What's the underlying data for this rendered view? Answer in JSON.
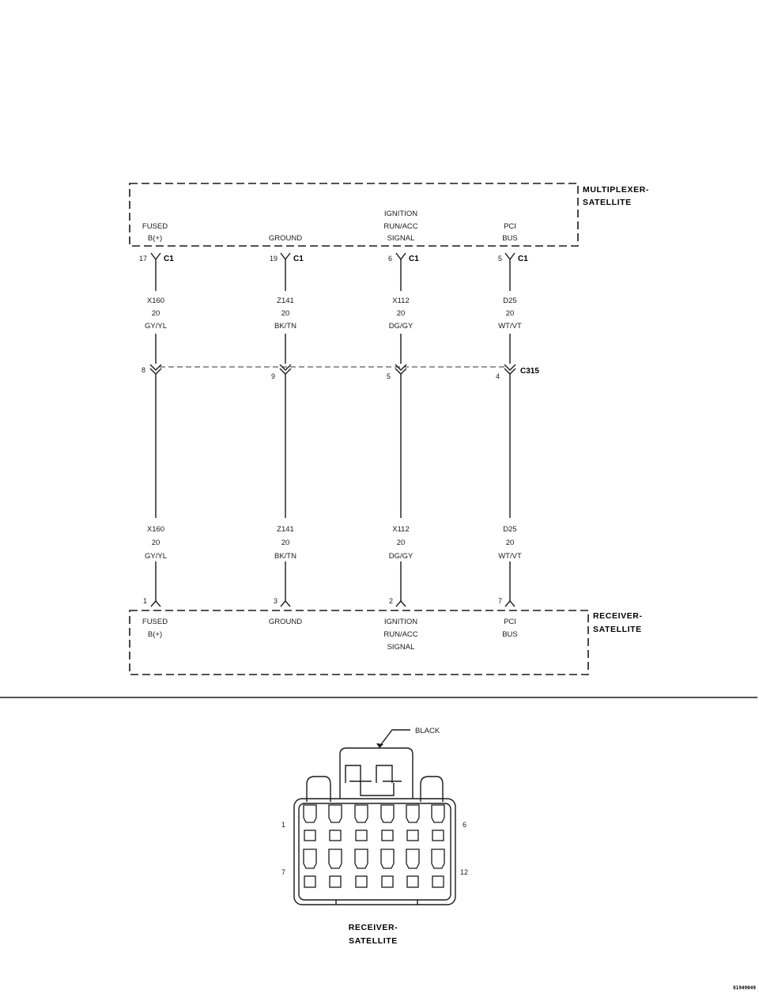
{
  "top_module": {
    "title_line1": "MULTIPLEXER-",
    "title_line2": "SATELLITE",
    "connector": "C1",
    "columns": [
      {
        "label1": "",
        "label2": "FUSED",
        "label3": "B(+)",
        "pin": "17",
        "wire_code": "X160",
        "gauge": "20",
        "color": "GY/YL"
      },
      {
        "label1": "",
        "label2": "",
        "label3": "GROUND",
        "pin": "19",
        "wire_code": "Z141",
        "gauge": "20",
        "color": "BK/TN"
      },
      {
        "label1": "IGNITION",
        "label2": "RUN/ACC",
        "label3": "SIGNAL",
        "pin": "6",
        "wire_code": "X112",
        "gauge": "20",
        "color": "DG/GY"
      },
      {
        "label1": "",
        "label2": "PCI",
        "label3": "BUS",
        "pin": "5",
        "wire_code": "D25",
        "gauge": "20",
        "color": "WT/VT"
      }
    ]
  },
  "inline_connector": {
    "name": "C315",
    "pins": [
      "8",
      "9",
      "5",
      "4"
    ]
  },
  "bottom_module": {
    "title_line1": "RECEIVER-",
    "title_line2": "SATELLITE",
    "columns": [
      {
        "pin": "1",
        "wire_code": "X160",
        "gauge": "20",
        "color": "GY/YL",
        "label1": "FUSED",
        "label2": "B(+)",
        "label3": ""
      },
      {
        "pin": "3",
        "wire_code": "Z141",
        "gauge": "20",
        "color": "BK/TN",
        "label1": "GROUND",
        "label2": "",
        "label3": ""
      },
      {
        "pin": "2",
        "wire_code": "X112",
        "gauge": "20",
        "color": "DG/GY",
        "label1": "IGNITION",
        "label2": "RUN/ACC",
        "label3": "SIGNAL"
      },
      {
        "pin": "7",
        "wire_code": "D25",
        "gauge": "20",
        "color": "WT/VT",
        "label1": "PCI",
        "label2": "BUS",
        "label3": ""
      }
    ]
  },
  "connector_view": {
    "color_label": "BLACK",
    "pin_top_left": "1",
    "pin_top_right": "6",
    "pin_bottom_left": "7",
    "pin_bottom_right": "12",
    "caption_line1": "RECEIVER-",
    "caption_line2": "SATELLITE"
  },
  "figure_id": "81949049"
}
